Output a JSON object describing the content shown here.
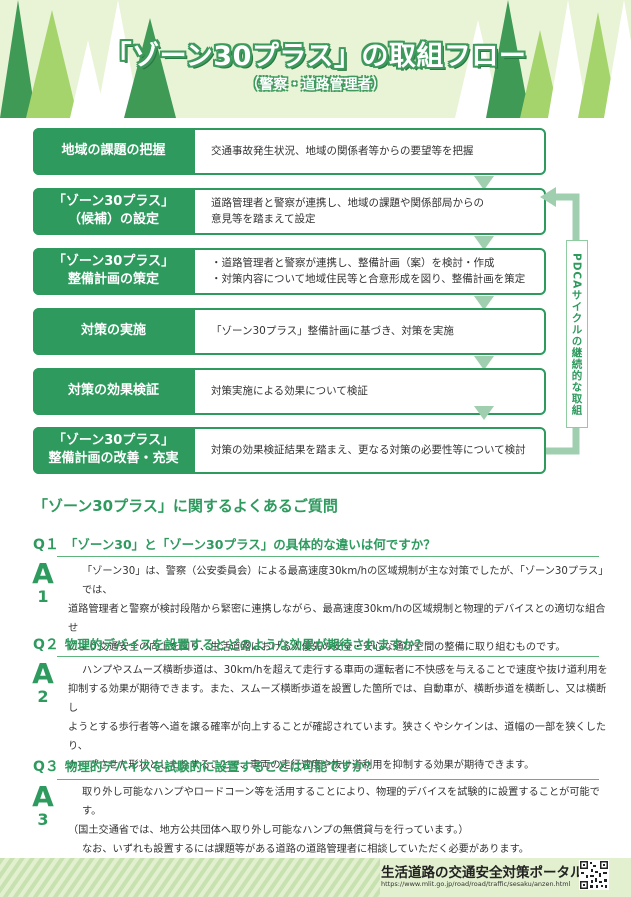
{
  "header": {
    "title": "「ゾーン30プラス」の取組フロー",
    "subtitle": "（警察・道路管理者）"
  },
  "flow": {
    "steps": [
      {
        "label": "地域の課題の把握",
        "desc": [
          "交通事故発生状況、地域の関係者等からの要望等を把握"
        ]
      },
      {
        "label": "「ゾーン30プラス」（候補）の設定",
        "label_lines": [
          "「ゾーン30プラス」",
          "（候補）の設定"
        ],
        "desc": [
          "道路管理者と警察が連携し、地域の課題や関係部局からの",
          "意見等を踏まえて設定"
        ]
      },
      {
        "label": "「ゾーン30プラス」整備計画の策定",
        "label_lines": [
          "「ゾーン30プラス」",
          "整備計画の策定"
        ],
        "desc": [
          "・道路管理者と警察が連携し、整備計画（案）を検討・作成",
          "・対策内容について地域住民等と合意形成を図り、整備計画を策定"
        ]
      },
      {
        "label": "対策の実施",
        "desc": [
          "「ゾーン30プラス」整備計画に基づき、対策を実施"
        ]
      },
      {
        "label": "対策の効果検証",
        "desc": [
          "対策実施による効果について検証"
        ]
      },
      {
        "label": "「ゾーン30プラス」整備計画の改善・充実",
        "label_lines": [
          "「ゾーン30プラス」",
          "整備計画の改善・充実"
        ],
        "desc": [
          "対策の効果検証結果を踏まえ、更なる対策の必要性等について検討"
        ]
      }
    ],
    "pdca_label": "PDCAサイクルの継続的な取組"
  },
  "faq": {
    "title": "「ゾーン30プラス」に関するよくあるご質問",
    "items": [
      {
        "q_num": "Q１",
        "question": "「ゾーン30」と「ゾーン30プラス」の具体的な違いは何ですか？",
        "a_letter": "A",
        "a_num": "1",
        "answer": [
          "「ゾーン30」は、警察（公安委員会）による最高速度30km/hの区域規制が主な対策でしたが、「ゾーン30プラス」では、",
          "道路管理者と警察が検討段階から緊密に連携しながら、最高速度30km/hの区域規制と物理的デバイスとの適切な組合せ",
          "により交通安全の向上を図り、生活道路における人優先の安全・安心な通行空間の整備に取り組むものです。"
        ]
      },
      {
        "q_num": "Q２",
        "question": "物理的デバイスを設置するとどのような効果が期待されますか？",
        "a_letter": "A",
        "a_num": "2",
        "answer": [
          "ハンプやスムーズ横断歩道は、30km/hを超えて走行する車両の運転者に不快感を与えることで速度や抜け道利用を",
          "抑制する効果が期待できます。また、スムーズ横断歩道を設置した箇所では、自動車が、横断歩道を横断し、又は横断し",
          "ようとする歩行者等へ道を譲る確率が向上することが確認されています。狭さくやシケインは、道幅の一部を狭くしたり、",
          "カーブさせた形状としたりすることで、車両の走行速度や抜け道利用を抑制する効果が期待できます。"
        ]
      },
      {
        "q_num": "Q３",
        "question": "物理的デバイスを試験的に設置することは可能ですか？",
        "a_letter": "A",
        "a_num": "3",
        "answer": [
          "取り外し可能なハンプやロードコーン等を活用することにより、物理的デバイスを試験的に設置することが可能です。",
          "（国土交通省では、地方公共団体へ取り外し可能なハンプの無償貸与を行っています。）",
          "なお、いずれも設置するには課題等がある道路の道路管理者に相談していただく必要があります。"
        ]
      }
    ]
  },
  "footer": {
    "title": "生活道路の交通安全対策ポータル",
    "url": "https://www.mlit.go.jp/road/road/traffic/sesaku/anzen.html"
  },
  "colors": {
    "primary_green": "#2e9a5e",
    "light_green": "#9fcfae",
    "header_bg": "#e9f4d7"
  }
}
